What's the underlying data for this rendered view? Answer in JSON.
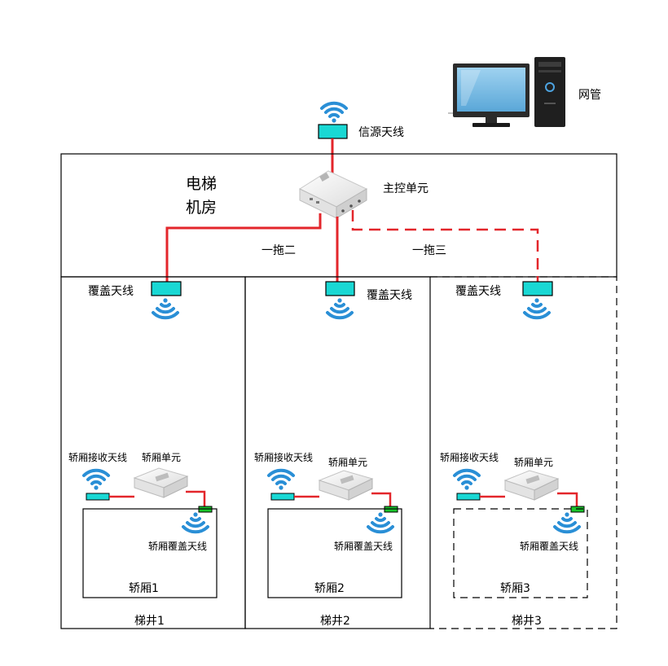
{
  "top": {
    "nms_label": "网管",
    "source_antenna_label": "信源天线"
  },
  "machine_room": {
    "label_line1": "电梯",
    "label_line2": "机房",
    "master_unit_label": "主控单元",
    "split_two_label": "一拖二",
    "split_three_label": "一拖三"
  },
  "shafts": [
    {
      "coverage_antenna_label": "覆盖天线",
      "car_receive_antenna_label": "轿厢接收天线",
      "car_unit_label": "轿厢单元",
      "car_coverage_antenna_label": "轿厢覆盖天线",
      "car_label": "轿厢1",
      "shaft_label": "梯井1",
      "dashed": false
    },
    {
      "coverage_antenna_label": "覆盖天线",
      "car_receive_antenna_label": "轿厢接收天线",
      "car_unit_label": "轿厢单元",
      "car_coverage_antenna_label": "轿厢覆盖天线",
      "car_label": "轿厢2",
      "shaft_label": "梯井2",
      "dashed": false
    },
    {
      "coverage_antenna_label": "覆盖天线",
      "car_receive_antenna_label": "轿厢接收天线",
      "car_unit_label": "轿厢单元",
      "car_coverage_antenna_label": "轿厢覆盖天线",
      "car_label": "轿厢3",
      "shaft_label": "梯井3",
      "dashed": true
    }
  ],
  "colors": {
    "cable": "#e3262b",
    "antenna_fill": "#19d8d4",
    "car_antenna_fill": "#1bc52c",
    "wifi": "#2a8fd6",
    "border": "#000000"
  },
  "icons": {
    "wifi": "wifi-signal-icon",
    "computer": "computer-icon",
    "unit": "device-unit-icon"
  }
}
